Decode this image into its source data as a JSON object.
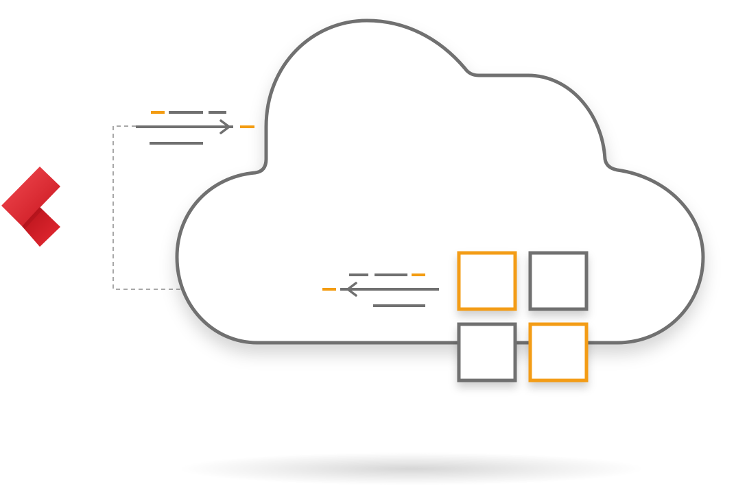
{
  "diagram": {
    "nodes": [
      {
        "id": "logo",
        "icon": "red-chevron-logo-icon"
      },
      {
        "id": "cloud",
        "icon": "cloud-icon"
      },
      {
        "id": "app-grid",
        "icon": "app-grid-icon",
        "tiles": [
          "orange",
          "gray",
          "gray",
          "orange"
        ]
      }
    ],
    "flows": [
      {
        "id": "outbound",
        "from": "logo",
        "to": "cloud",
        "icon": "arrow-right-icon"
      },
      {
        "id": "inbound",
        "from": "cloud",
        "to": "logo",
        "icon": "arrow-left-icon"
      }
    ]
  },
  "colors": {
    "outline": "#707070",
    "accent": "#f39c12",
    "brand_red": "#e3262f",
    "dashed_line": "#8a8a8a",
    "background": "#ffffff"
  }
}
